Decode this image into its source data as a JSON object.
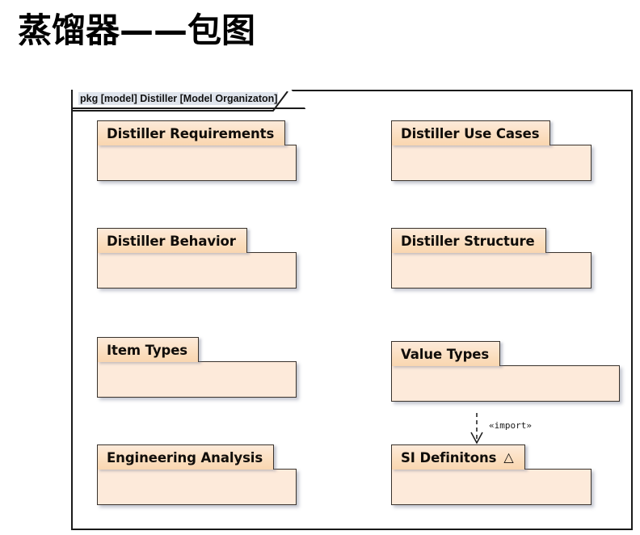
{
  "page": {
    "title": "蒸馏器——包图",
    "background_color": "#ffffff"
  },
  "diagram": {
    "kind": "uml-package-diagram",
    "frame_header": "pkg [model] Distiller [Model Organizaton]",
    "frame_border_color": "#1a1a1a",
    "header_highlight_color": "#dfe4ec",
    "package_fill": "#fdeada",
    "package_tab_fill": "#f9d6b0",
    "package_border_color": "#3a332d",
    "shadow_color": "#787e94"
  },
  "packages": [
    {
      "id": "distiller-requirements",
      "label": "Distiller Requirements",
      "badge": "",
      "column": "left",
      "row": 1
    },
    {
      "id": "distiller-use-cases",
      "label": "Distiller Use Cases",
      "badge": "",
      "column": "right",
      "row": 1
    },
    {
      "id": "distiller-behavior",
      "label": "Distiller Behavior",
      "badge": "",
      "column": "left",
      "row": 2
    },
    {
      "id": "distiller-structure",
      "label": "Distiller Structure",
      "badge": "",
      "column": "right",
      "row": 2
    },
    {
      "id": "item-types",
      "label": "Item Types",
      "badge": "",
      "column": "left",
      "row": 3
    },
    {
      "id": "value-types",
      "label": "Value Types",
      "badge": "",
      "column": "right",
      "row": 3
    },
    {
      "id": "engineering-analysis",
      "label": "Engineering Analysis",
      "badge": "",
      "column": "left",
      "row": 4
    },
    {
      "id": "si-definitons",
      "label": "SI Definitons",
      "badge": "△",
      "column": "right",
      "row": 4
    }
  ],
  "relationships": [
    {
      "id": "value-types-imports-si-definitons",
      "stereotype": "«import»",
      "source": "value-types",
      "target": "si-definitons",
      "line_style": "dashed",
      "arrow_head": "open"
    }
  ]
}
